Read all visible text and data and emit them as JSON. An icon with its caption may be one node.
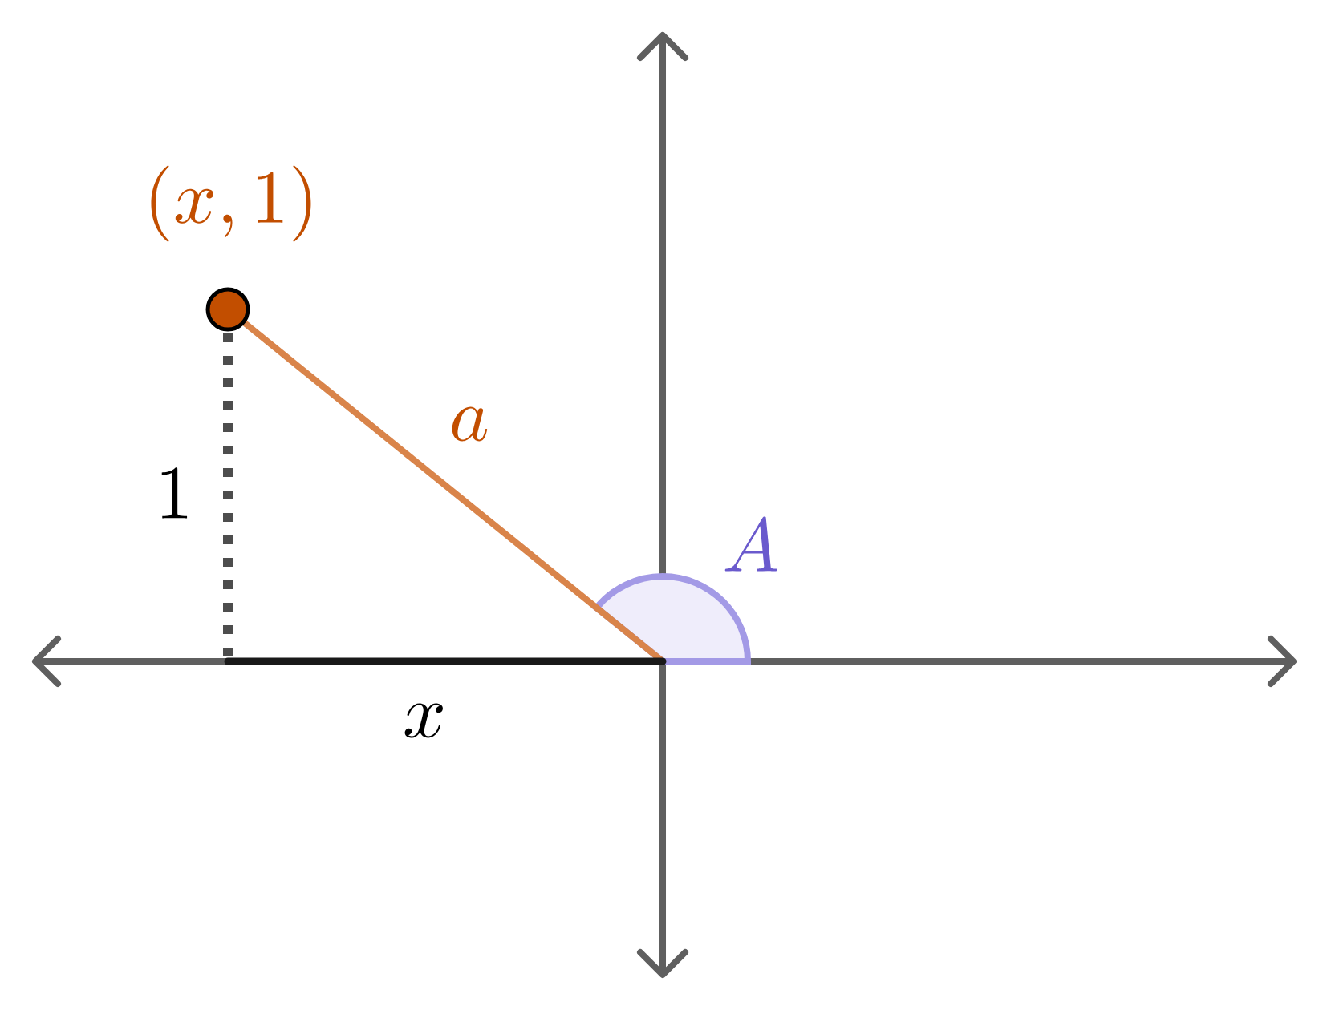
{
  "diagram": {
    "labels": [
      "(x, 1)",
      "a",
      "1",
      "A",
      "x"
    ]
  }
}
